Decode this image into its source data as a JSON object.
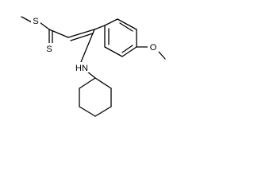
{
  "molecule": {
    "atoms": {
      "s_thioether": "S",
      "s_thione": "S",
      "o_methoxy": "O",
      "n_amine": "HN"
    }
  },
  "colors": {
    "ink": "#000000",
    "background": "#ffffff"
  }
}
